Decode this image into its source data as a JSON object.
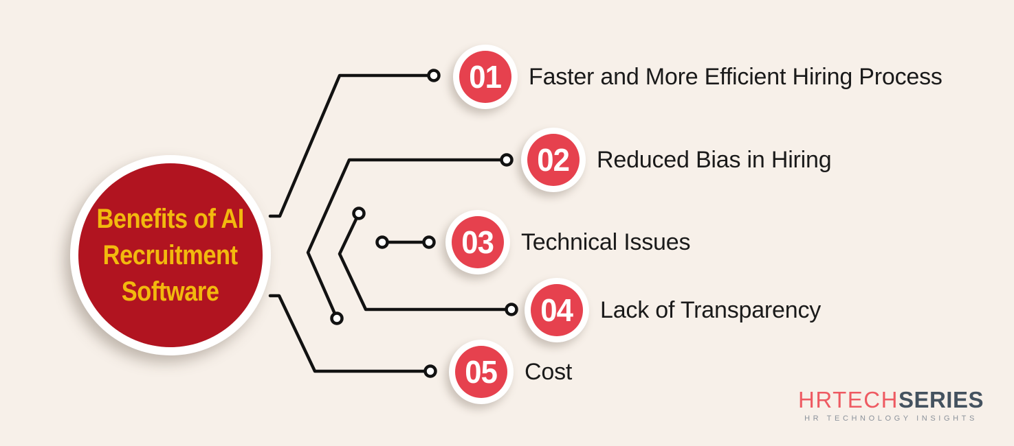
{
  "title": "Benefits of AI Recruitment Software",
  "center": {
    "title_lines": [
      "Benefits of AI",
      "Recruitment",
      "Software"
    ],
    "circle_color": "#B11420",
    "text_color": "#F2B90E"
  },
  "items": [
    {
      "number": "01",
      "label": "Faster and More Efficient Hiring Process"
    },
    {
      "number": "02",
      "label": "Reduced Bias in Hiring"
    },
    {
      "number": "03",
      "label": "Technical Issues"
    },
    {
      "number": "04",
      "label": "Lack of Transparency"
    },
    {
      "number": "05",
      "label": "Cost"
    }
  ],
  "colors": {
    "background": "#f7f0e9",
    "badge_red": "#E6414E",
    "connector_line": "#121212",
    "label_text": "#1a1a1a"
  },
  "logo": {
    "part1": "HRTECH",
    "part2": "SERIES",
    "tagline": "HR TECHNOLOGY INSIGHTS"
  }
}
